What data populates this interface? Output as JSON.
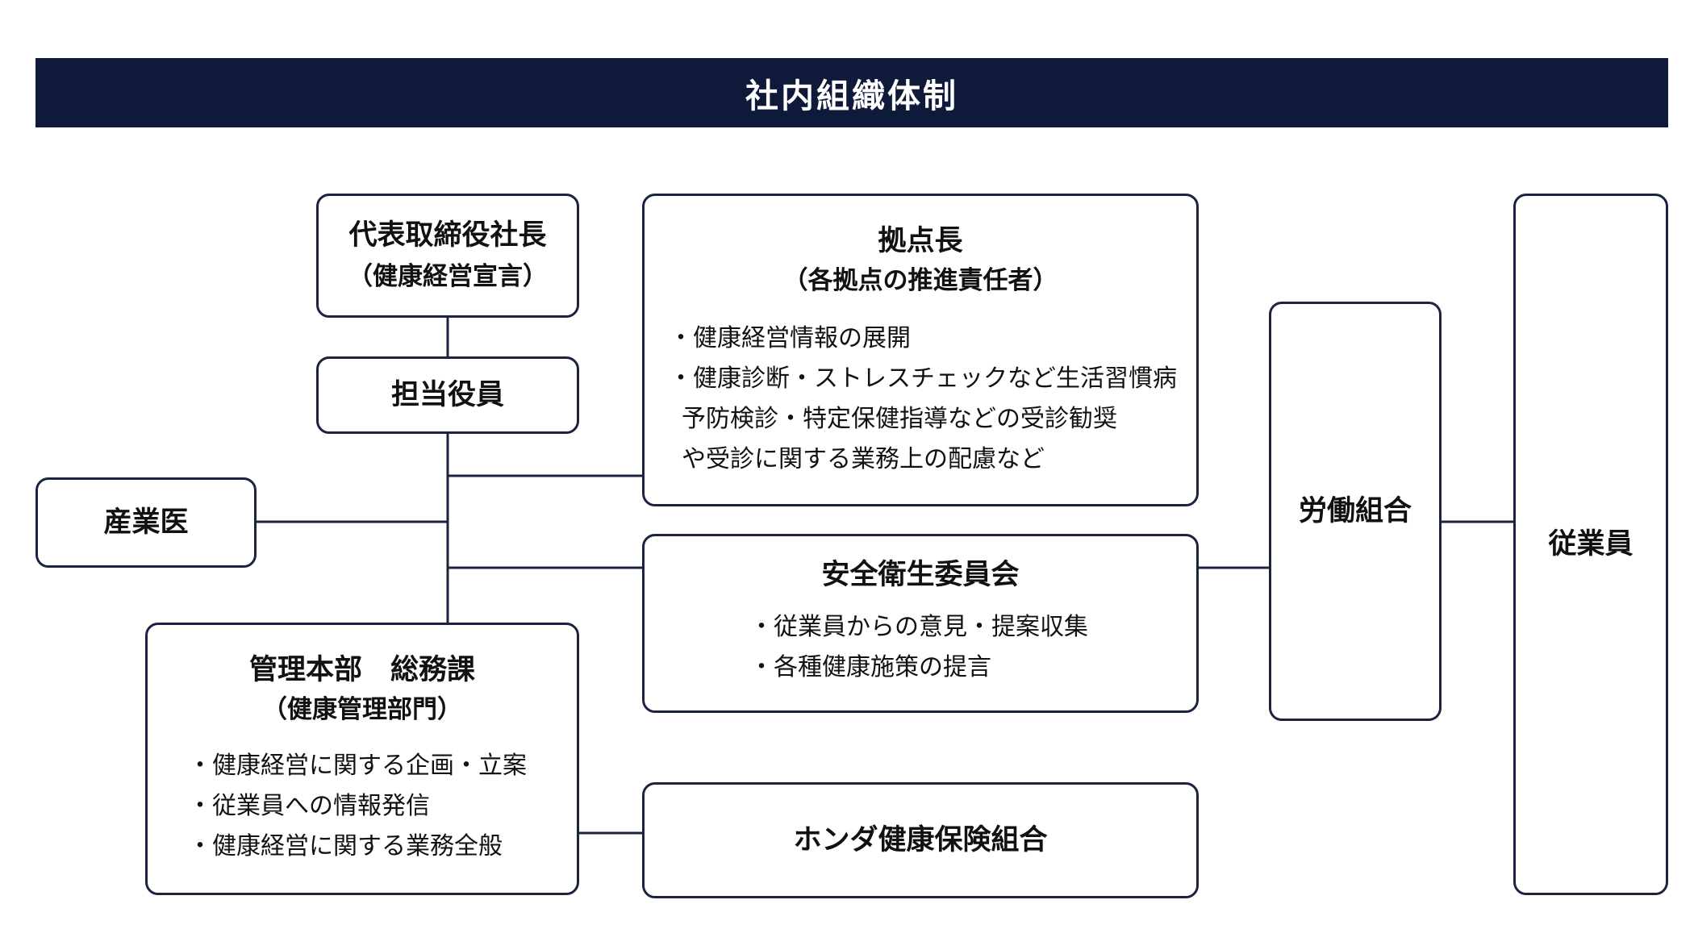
{
  "title": "社内組織体制",
  "president": {
    "label": "代表取締役社長",
    "sub": "（健康経営宣言）"
  },
  "officer": {
    "label": "担当役員"
  },
  "doctor": {
    "label": "産業医"
  },
  "management": {
    "label": "管理本部　総務課",
    "sub": "（健康管理部門）",
    "items": [
      "・健康経営に関する企画・立案",
      "・従業員への情報発信",
      "・健康経営に関する業務全般"
    ]
  },
  "base_manager": {
    "label": "拠点長",
    "sub": "（各拠点の推進責任者）",
    "items": [
      "・健康経営情報の展開",
      "・健康診断・ストレスチェックなど生活習慣病",
      "予防検診・特定保健指導などの受診勧奨",
      "や受診に関する業務上の配慮など"
    ]
  },
  "safety_committee": {
    "label": "安全衛生委員会",
    "items": [
      "・従業員からの意見・提案収集",
      "・各種健康施策の提言"
    ]
  },
  "insurance": {
    "label": "ホンダ健康保険組合"
  },
  "union": {
    "label": "労働組合"
  },
  "employees": {
    "label": "従業員"
  },
  "colors": {
    "navy": "#0f1a3a",
    "border": "#1b2340"
  }
}
